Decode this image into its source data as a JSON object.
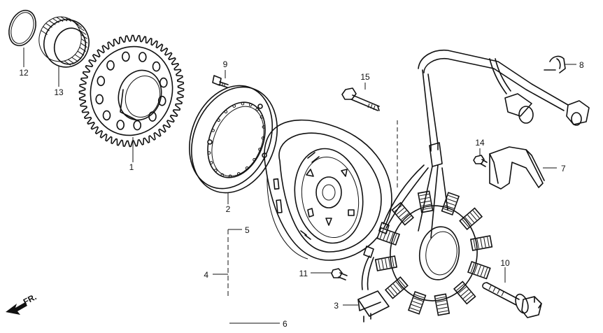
{
  "direction_label": "FR.",
  "parts": [
    {
      "no": "1"
    },
    {
      "no": "2"
    },
    {
      "no": "3"
    },
    {
      "no": "4"
    },
    {
      "no": "5"
    },
    {
      "no": "6"
    },
    {
      "no": "7"
    },
    {
      "no": "8"
    },
    {
      "no": "9"
    },
    {
      "no": "10"
    },
    {
      "no": "11"
    },
    {
      "no": "12"
    },
    {
      "no": "13"
    },
    {
      "no": "14"
    },
    {
      "no": "15"
    }
  ]
}
